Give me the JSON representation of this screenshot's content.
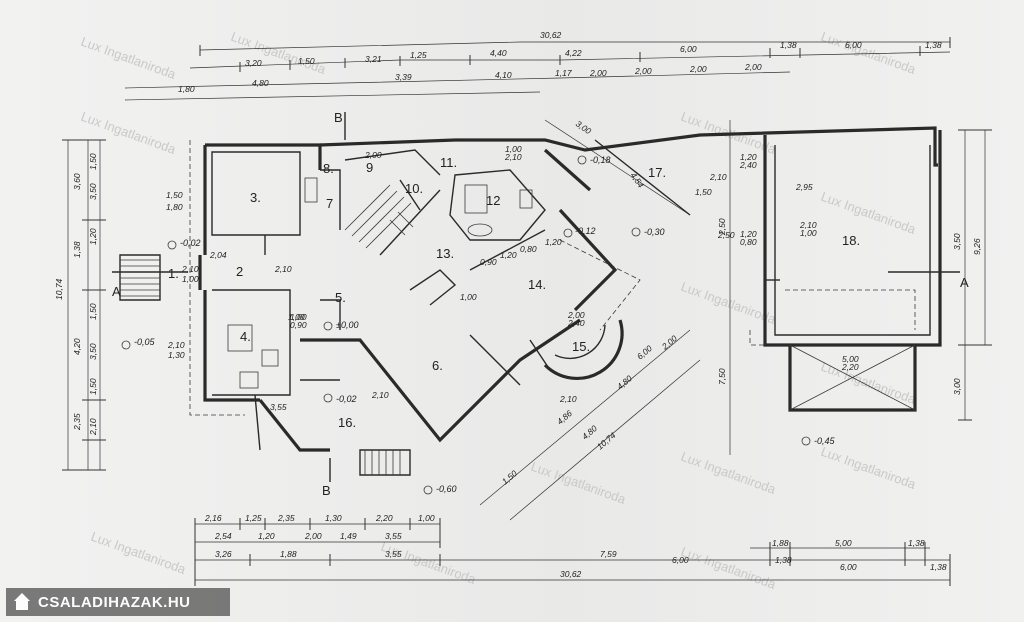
{
  "watermark": "Lux Ingatlaniroda",
  "logo_text": "CSALADIHAZAK.HU",
  "rooms": [
    "1.",
    "2",
    "3.",
    "4.",
    "5.",
    "6.",
    "7",
    "8.",
    "9",
    "10.",
    "11.",
    "12",
    "13.",
    "14.",
    "15.",
    "16.",
    "17.",
    "18."
  ],
  "section_marks": {
    "a_left": "A",
    "a_right": "A",
    "b_top": "B",
    "b_bottom": "B"
  },
  "levels": {
    "l1": "-0,05",
    "l2": "±0,00",
    "l3": "-0,02",
    "l4": "-0,18",
    "l5": "-0,30",
    "l6": "-0,45",
    "l7": "-0,60",
    "l8": "-0,12",
    "l9": "-0,02"
  },
  "top_dims": {
    "overall": "30,62",
    "row1": [
      "3,20",
      "1,50",
      "3,21",
      "1,25",
      "4,40",
      "4,22",
      "6,00",
      "1,38",
      "6,00",
      "1,38"
    ],
    "row2": [
      "4,80",
      "3,39",
      "4,10",
      "1,17",
      "2,00",
      "2,00",
      "2,00",
      "2,00"
    ],
    "row3": [
      "1,80"
    ]
  },
  "bottom_dims": {
    "row1": [
      "2,16",
      "1,25",
      "2,35",
      "1,30",
      "2,20",
      "1,00"
    ],
    "row2": [
      "2,54",
      "1,20",
      "2,00",
      "1,49",
      "3,55"
    ],
    "row3": [
      "3,26",
      "1,88",
      "3,55",
      "7,59",
      "6,00",
      "1,38"
    ],
    "right": [
      "1,88",
      "5,00",
      "1,38"
    ],
    "overall": "30,62",
    "right2": [
      "6,00",
      "1,38"
    ]
  },
  "left_dims": {
    "overall": "10,74",
    "outer": [
      "3,60",
      "1,38",
      "4,20",
      "2,35"
    ],
    "inner": [
      "1,50",
      "3,50",
      "1,20",
      "1,50",
      "3,50",
      "1,50",
      "2,10"
    ]
  },
  "right_dims": {
    "overall": "9,26",
    "parts": [
      "3,50",
      "3,00"
    ],
    "building": [
      "7,50",
      "2,50"
    ]
  },
  "diag_dims": [
    "4,80",
    "4,86",
    "10,74",
    "1,50",
    "6,00",
    "2,00",
    "4,80",
    "3,00",
    "4,54"
  ],
  "interior_dims": [
    "1,50",
    "1,80",
    "2,04",
    "2,10",
    "1,00",
    "2,10",
    "1,00",
    "0,90",
    "2,10",
    "1,30",
    "2,00",
    "1,00",
    "2,10",
    "1,20",
    "2,40",
    "1,20",
    "0,80",
    "2,10",
    "1,00",
    "2,10",
    "1,50",
    "2,50",
    "2,95",
    "2,00",
    "2,40",
    "5,00",
    "2,20",
    "3,55",
    "1,00",
    "2,10",
    "0,90",
    "1,20",
    "0,80",
    "1,20",
    "1,00",
    "2,10"
  ]
}
